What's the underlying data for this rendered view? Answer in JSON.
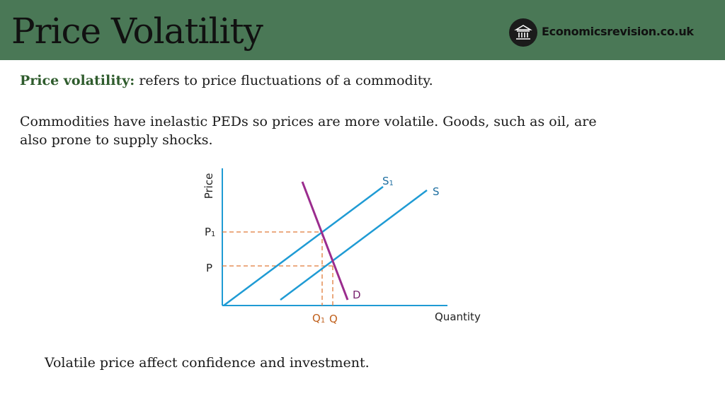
{
  "header": {
    "title": "Price Volatility",
    "brand": "Economicsrevision.co.uk",
    "logo_icon": "greek-temple-icon",
    "background": "#4a7856"
  },
  "content": {
    "definition_term": "Price volatility:",
    "definition_text": " refers to price fluctuations of a commodity.",
    "paragraph_line1": "Commodities have inelastic PEDs so prices are more volatile.  Goods, such as oil, are",
    "paragraph_line2": "also prone to supply shocks.",
    "conclusion": "Volatile price affect confidence and investment."
  },
  "diagram": {
    "y_axis_label": "Price",
    "x_axis_label": "Quantity",
    "price_labels": {
      "p1": "P1",
      "p": "P"
    },
    "quantity_labels": {
      "q1": "Q1",
      "q": "Q"
    },
    "curves": {
      "supply_new": "S1",
      "supply": "S",
      "demand": "D"
    },
    "colors": {
      "supply": "#1f9bd4",
      "demand": "#9b2c8e",
      "guides": "#e07b39",
      "axes": "#1f9bd4"
    }
  }
}
